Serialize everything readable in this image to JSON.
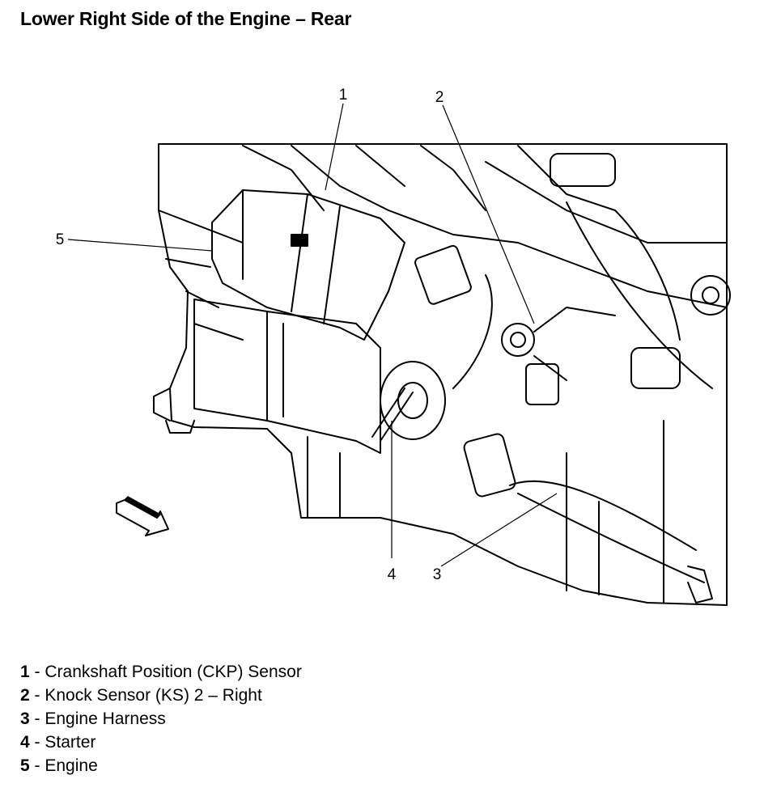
{
  "title": "Lower Right Side of the Engine – Rear",
  "callouts": [
    {
      "id": "1",
      "label": "Crankshaft Position (CKP) Sensor"
    },
    {
      "id": "2",
      "label": "Knock Sensor (KS) 2 – Right"
    },
    {
      "id": "3",
      "label": "Engine Harness"
    },
    {
      "id": "4",
      "label": "Starter"
    },
    {
      "id": "5",
      "label": "Engine"
    }
  ],
  "legend_separator": " - ",
  "direction_icon": "forward-arrow-icon"
}
